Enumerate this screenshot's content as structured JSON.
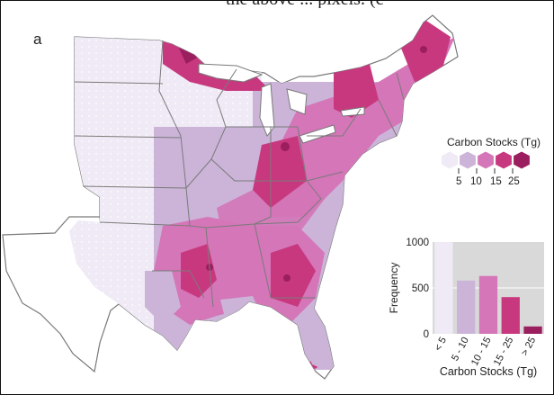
{
  "figure": {
    "top_clip_text": "the above ... pixels. (c",
    "panel_label": "a"
  },
  "legend": {
    "title": "Carbon Stocks (Tg)",
    "tick_labels": [
      "5",
      "10",
      "15",
      "25"
    ],
    "colors": [
      "#efeaf5",
      "#cbb4d8",
      "#d476b8",
      "#c8387f",
      "#9b1e5f"
    ]
  },
  "map": {
    "region": "Eastern United States",
    "palette": {
      "lightest": "#efeaf5",
      "light": "#cbb4d8",
      "mid": "#d476b8",
      "dark": "#c8387f",
      "darkest": "#9b1e5f",
      "land": "#ffffff",
      "border": "#7a7a7a"
    }
  },
  "inset": {
    "title": "",
    "ylabel": "Frequency",
    "xlabel": "Carbon Stocks (Tg)",
    "yticks": [
      "0",
      "500",
      "1000"
    ]
  },
  "chart_data": {
    "type": "bar",
    "title": "",
    "xlabel": "Carbon Stocks (Tg)",
    "ylabel": "Frequency",
    "categories": [
      "< 5",
      "5 - 10",
      "10 - 15",
      "15 - 25",
      "> 25"
    ],
    "values": [
      1000,
      580,
      630,
      400,
      80
    ],
    "colors": [
      "#efeaf5",
      "#cbb4d8",
      "#d476b8",
      "#c8387f",
      "#9b1e5f"
    ],
    "ylim": [
      0,
      1000
    ],
    "grid": true
  }
}
